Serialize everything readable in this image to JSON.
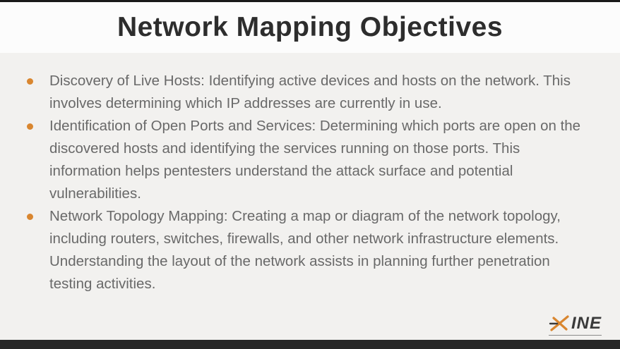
{
  "slide": {
    "title": "Network Mapping Objectives",
    "bullets": [
      {
        "text": "Discovery of Live Hosts: Identifying active devices and hosts on the network. This involves determining which IP addresses are currently in use."
      },
      {
        "text": "Identification of Open Ports and Services: Determining which ports are open on the discovered hosts and identifying the services running on those ports. This information helps pentesters understand the attack surface and potential vulnerabilities."
      },
      {
        "text": "Network Topology Mapping: Creating a map or diagram of the network topology, including routers, switches, firewalls, and other network infrastructure elements. Understanding the layout of the network assists in planning further penetration testing activities."
      }
    ],
    "logo_text": "INE"
  },
  "colors": {
    "accent_orange": "#D9862F",
    "title_text": "#2D2D2D",
    "body_text": "#696969",
    "body_background": "#F2F1EF",
    "header_background": "#FCFCFC",
    "letterbox_bar": "#262626"
  }
}
